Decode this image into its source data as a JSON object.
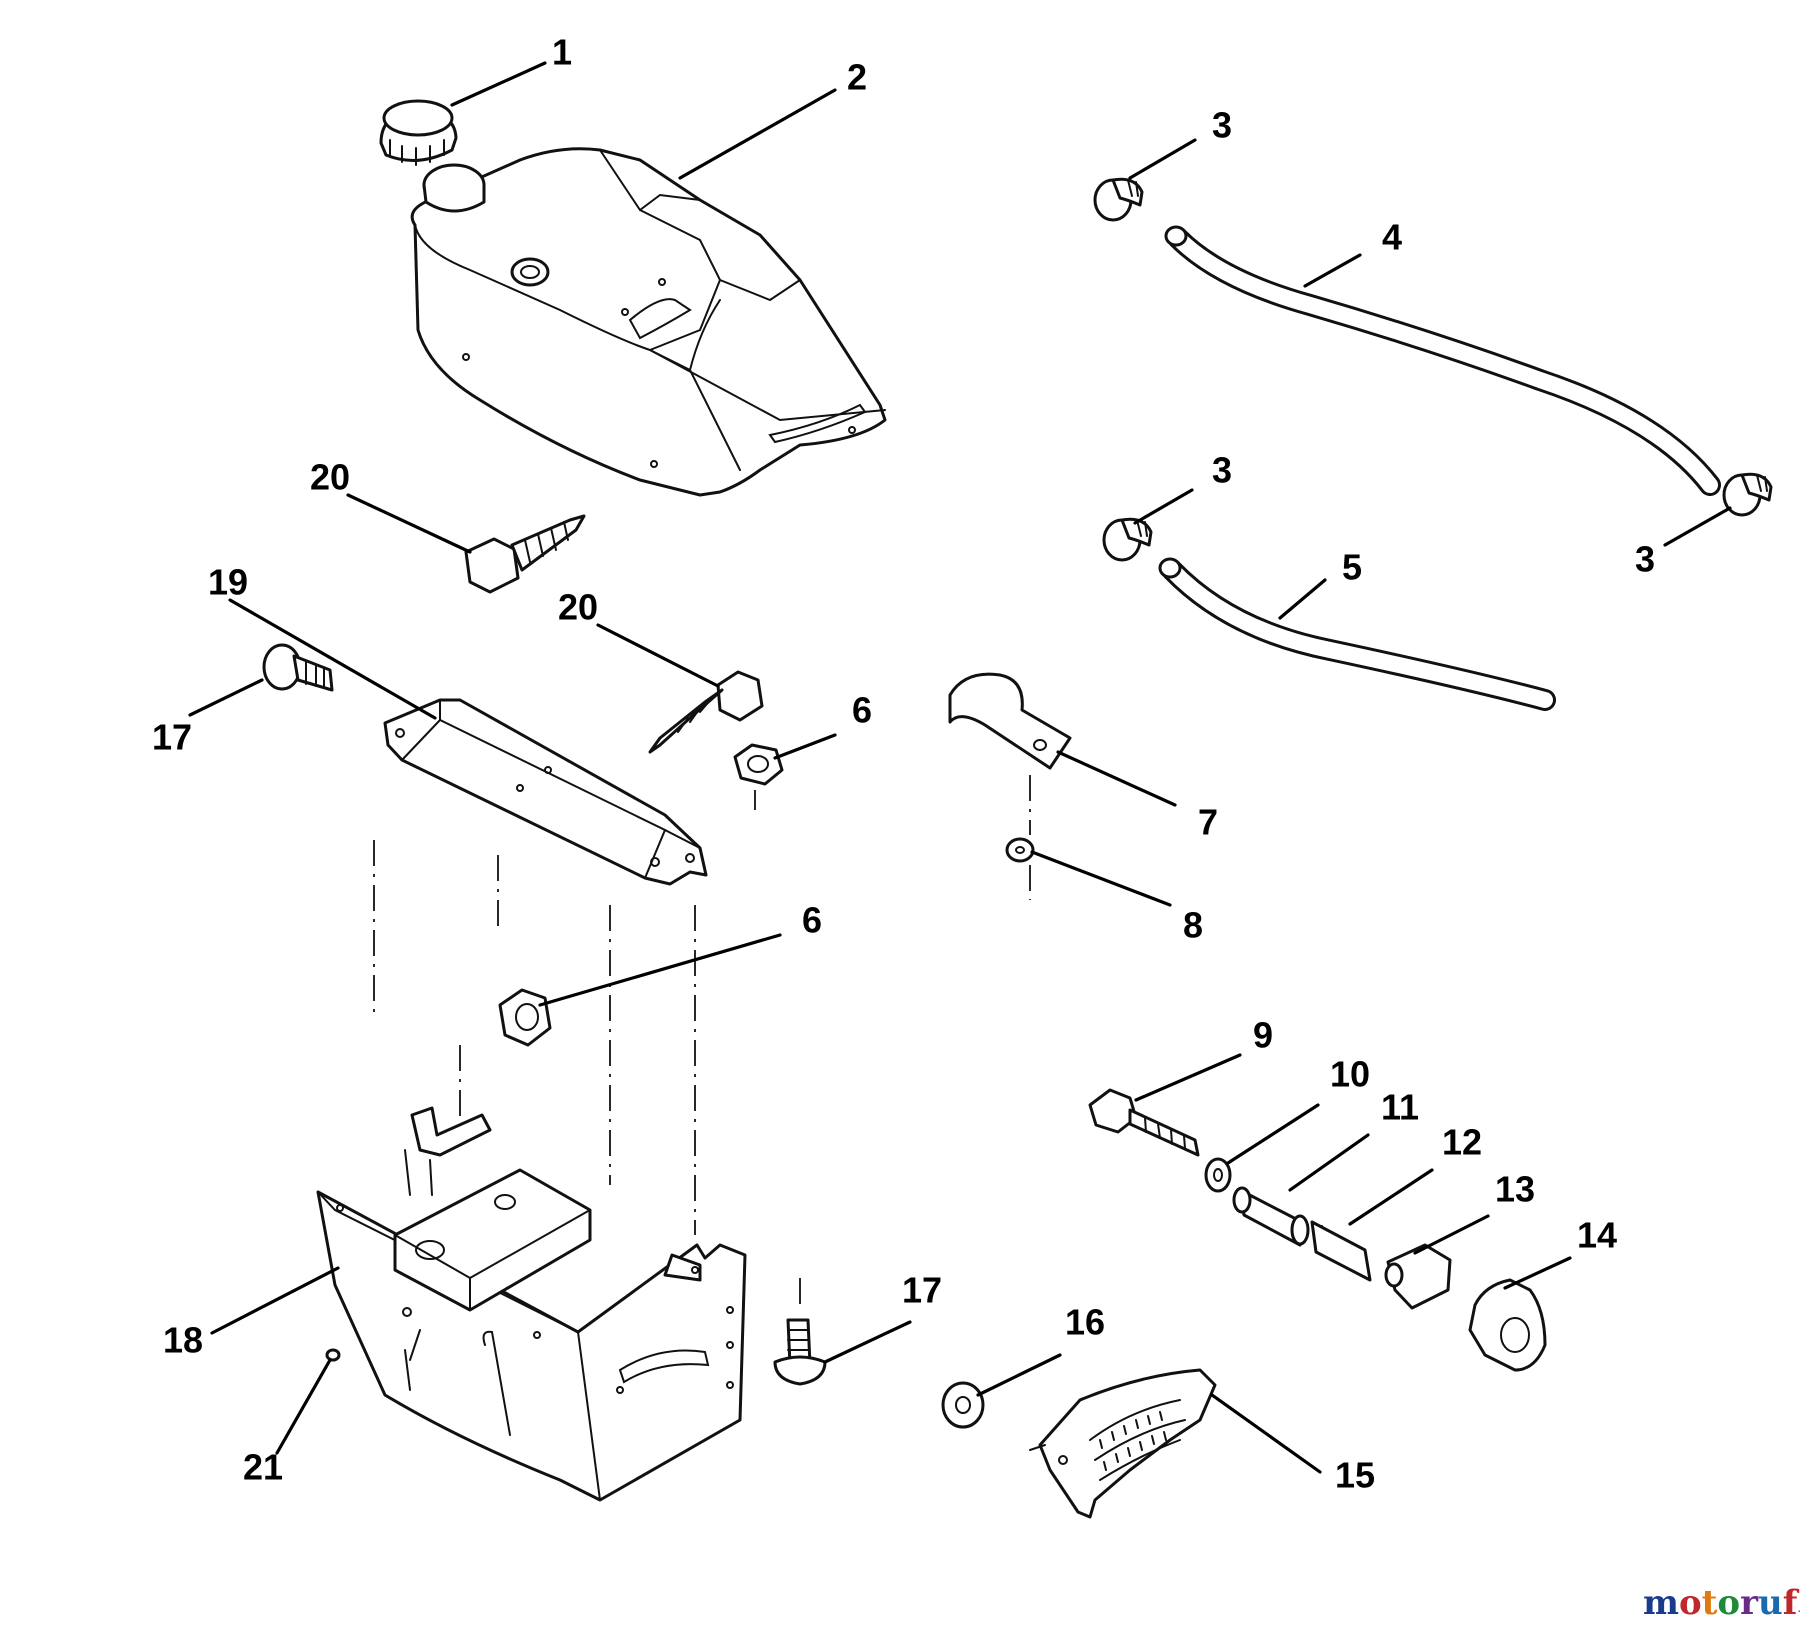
{
  "diagram": {
    "type": "exploded-parts-diagram",
    "callouts": [
      "1",
      "2",
      "3",
      "3",
      "3",
      "3",
      "4",
      "5",
      "6",
      "6",
      "7",
      "8",
      "9",
      "10",
      "11",
      "12",
      "13",
      "14",
      "15",
      "16",
      "17",
      "17",
      "18",
      "19",
      "20",
      "20",
      "21"
    ]
  },
  "watermark": {
    "text_main": "motoruf",
    "text_suffix": ".de",
    "colors": {
      "m": "#1a3c8c",
      "o1": "#c0272d",
      "t": "#e07a10",
      "o2": "#1f8a3a",
      "r": "#6a2a8a",
      "u": "#1a6ab0",
      "f": "#c0272d",
      "suffix": "#555555"
    }
  }
}
